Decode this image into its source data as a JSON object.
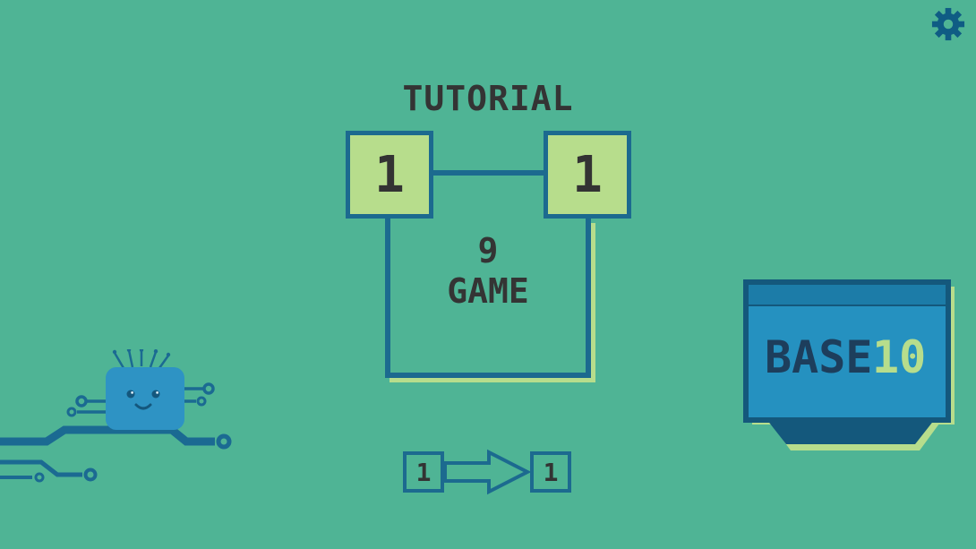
{
  "theme": {
    "background": "#4fb495",
    "line_color": "#1c6a8f",
    "tile_green": "#b7dd8c",
    "text_dark": "#343434",
    "logo_body_blue": "#2591c0",
    "logo_dark_blue": "#14587c",
    "robot_blue": "#2e93c4"
  },
  "header": {
    "settings_icon": "gear"
  },
  "menu": {
    "tutorial_label": "TUTORIAL",
    "game_count": "9",
    "game_label": "GAME"
  },
  "tutorial_demo": {
    "left_tile": "1",
    "right_tile": "1"
  },
  "merge_demo": {
    "left_tile": "1",
    "right_tile": "1"
  },
  "logo": {
    "word_base": "BASE",
    "word_ten": "10"
  }
}
